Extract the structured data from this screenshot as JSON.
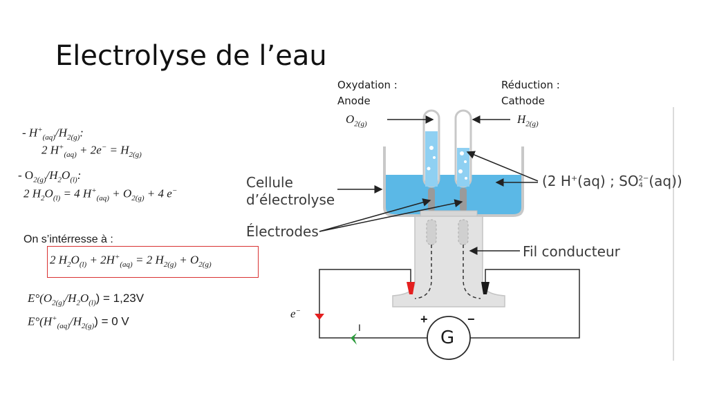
{
  "slide": {
    "title": "Electrolyse de l’eau",
    "labels": {
      "oxidation": "Oxydation :",
      "anode": "Anode",
      "reduction": "Réduction :",
      "cathode": "Cathode",
      "o2": "O",
      "o2_sub": "2(g)",
      "h2": "H",
      "h2_sub": "2(g)"
    },
    "left": {
      "couple1_dash": "- ",
      "couple1_a": "H",
      "couple1_a_sup": "+",
      "couple1_a_sub": "(aq)",
      "couple1_b": "/H",
      "couple1_b_sub": "2(g)",
      "couple1_colon": ":",
      "eq1": "2 H",
      "eq1_sup": "+",
      "eq1_sub": "(aq)",
      "eq1_rest": " + 2e",
      "eq1_e_sup": "−",
      "eq1_end": " = H",
      "eq1_end_sub": "2(g)",
      "couple2_a": "- O",
      "couple2_a_sub": "2(g)",
      "couple2_b": "/H",
      "couple2_b_sub": "2",
      "couple2_c": "O",
      "couple2_c_sub": "(l)",
      "couple2_colon": ":",
      "eq2_p1": "2 H",
      "eq2_p1_sub": "2",
      "eq2_p2": "O",
      "eq2_p2_sub": "(l)",
      "eq2_p3": " = 4 H",
      "eq2_p3_sup": "+",
      "eq2_p3_sub": "(aq)",
      "eq2_p4": " + O",
      "eq2_p4_sub": "2(g)",
      "eq2_p5": " + 4 e",
      "eq2_p5_sup": "−",
      "interest": "On s’intérresse à :",
      "box_p1": "2 H",
      "box_p1_sub": "2",
      "box_p2": "O",
      "box_p2_sub": "(l)",
      "box_p3": " + 2H",
      "box_p3_sup": "+",
      "box_p3_sub": "(aq)",
      "box_p4": " = 2 H",
      "box_p4_sub": "2(g)",
      "box_p5": " + O",
      "box_p5_sub": "2(g)",
      "e1_a": "E°(O",
      "e1_a_sub": "2(g)",
      "e1_b": "/H",
      "e1_b_sub": "2",
      "e1_c": "O",
      "e1_c_sub": "(l)",
      "e1_val": ") = 1,23V",
      "e2_a": "E°(H",
      "e2_a_sup": "+",
      "e2_a_sub": "(aq)",
      "e2_b": "/H",
      "e2_b_sub": "2(g)",
      "e2_val": ") = 0 V"
    },
    "diagram": {
      "cellule1": "Cellule",
      "cellule2": "d’électrolyse",
      "electrodes": "Électrodes",
      "fil": "Fil conducteur",
      "ions_open": "(2 H",
      "ions_sup": "+",
      "ions_mid": "(aq) ; SO",
      "ions_so_sup": "2−",
      "ions_so_sub": "4",
      "ions_close": "(aq))",
      "electron": "e",
      "electron_sup": "−",
      "plus": "+",
      "minus": "−",
      "galvano": "G",
      "current": "I"
    }
  }
}
